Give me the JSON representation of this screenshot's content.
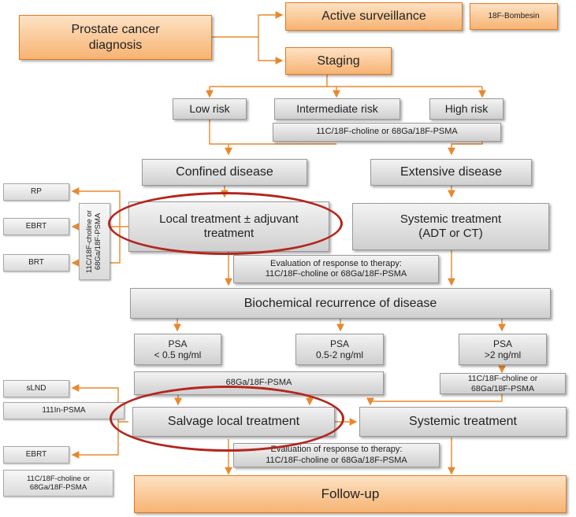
{
  "nodes": {
    "prostate_cancer_diagnosis": "Prostate cancer\ndiagnosis",
    "active_surveillance": "Active surveillance",
    "bombesin": "18F-Bombesin",
    "staging": "Staging",
    "low_risk": "Low risk",
    "intermediate_risk": "Intermediate risk",
    "high_risk": "High risk",
    "staging_imaging": "11C/18F-choline or 68Ga/18F-PSMA",
    "confined_disease": "Confined disease",
    "extensive_disease": "Extensive disease",
    "local_treatment": "Local treatment ± adjuvant\ntreatment",
    "systemic_treatment_1": "Systemic treatment\n(ADT or CT)",
    "rp": "RP",
    "ebrt_1": "EBRT",
    "brt": "BRT",
    "local_imaging_vertical": "11C/18F-choline or\n68Ga/18F-PSMA",
    "response_eval_1": "Evaluation of response to therapy:\n11C/18F-choline or 68Ga/18F-PSMA",
    "biochemical_recurrence": "Biochemical recurrence of disease",
    "psa_low": "PSA\n< 0.5 ng/ml",
    "psa_mid": "PSA\n0.5-2 ng/ml",
    "psa_high": "PSA\n>2 ng/ml",
    "psma_imaging": "68Ga/18F-PSMA",
    "high_psa_imaging": "11C/18F-choline or\n68Ga/18F-PSMA",
    "slnd": "sLND",
    "in_psma": "111In-PSMA",
    "salvage_local_treatment": "Salvage local treatment",
    "systemic_treatment_2": "Systemic treatment",
    "ebrt_2": "EBRT",
    "salvage_imaging": "11C/18F-choline or\n68Ga/18F-PSMA",
    "response_eval_2": "Evaluation of response to therapy:\n11C/18F-choline or 68Ga/18F-PSMA",
    "follow_up": "Follow-up"
  },
  "colors": {
    "arrow": "#e8882e",
    "highlight_ellipse": "#b3261e",
    "orange_box_fill": "#f7b372",
    "grey_box_fill": "#d9d9d9"
  }
}
